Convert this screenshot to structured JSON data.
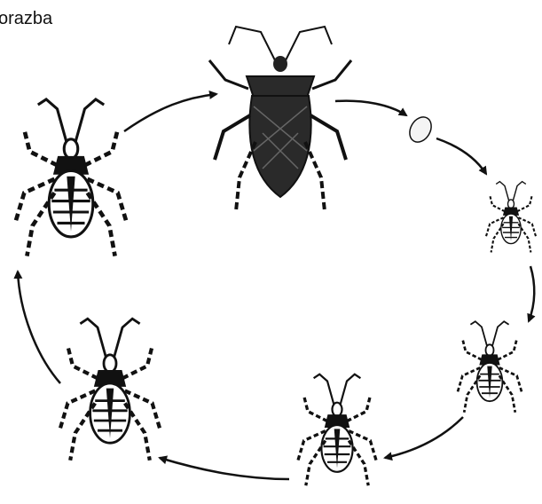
{
  "figure": {
    "caption": "orazba"
  },
  "stages": [
    {
      "id": "adult",
      "icon": "adult-bug-icon"
    },
    {
      "id": "egg",
      "icon": "egg-icon"
    },
    {
      "id": "nymph-1",
      "icon": "nymph-1-icon"
    },
    {
      "id": "nymph-2",
      "icon": "nymph-2-icon"
    },
    {
      "id": "nymph-3",
      "icon": "nymph-3-icon"
    },
    {
      "id": "nymph-4",
      "icon": "nymph-4-icon"
    },
    {
      "id": "nymph-5",
      "icon": "nymph-5-icon"
    }
  ],
  "colors": {
    "ink": "#111111",
    "paper": "#ffffff",
    "adult_body": "#2a2a2a"
  }
}
